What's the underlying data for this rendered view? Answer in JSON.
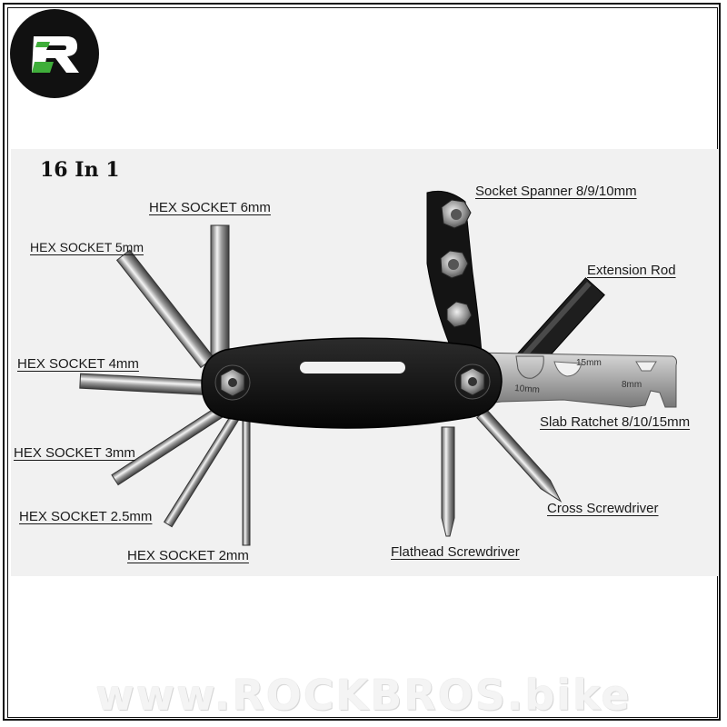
{
  "brand": {
    "logo_icon": "rockbros-logo-icon",
    "accent": "#3fae3a",
    "logo_bg": "#111111"
  },
  "title": "16 In 1",
  "labels": {
    "hex6": "HEX SOCKET 6mm",
    "hex5": "HEX SOCKET 5mm",
    "hex4": "HEX SOCKET 4mm",
    "hex3": "HEX SOCKET 3mm",
    "hex25": "HEX SOCKET 2.5mm",
    "hex2": "HEX SOCKET 2mm",
    "socket_spanner": "Socket Spanner 8/9/10mm",
    "extension_rod": "Extension Rod",
    "slab_ratchet": "Slab Ratchet 8/10/15mm",
    "cross_screwdriver": "Cross Screwdriver",
    "flathead_screwdriver": "Flathead Screwdriver"
  },
  "ratchet_marks": {
    "a": "15mm",
    "b": "10mm",
    "c": "8mm"
  },
  "footer": "www.ROCKBROS.bike"
}
